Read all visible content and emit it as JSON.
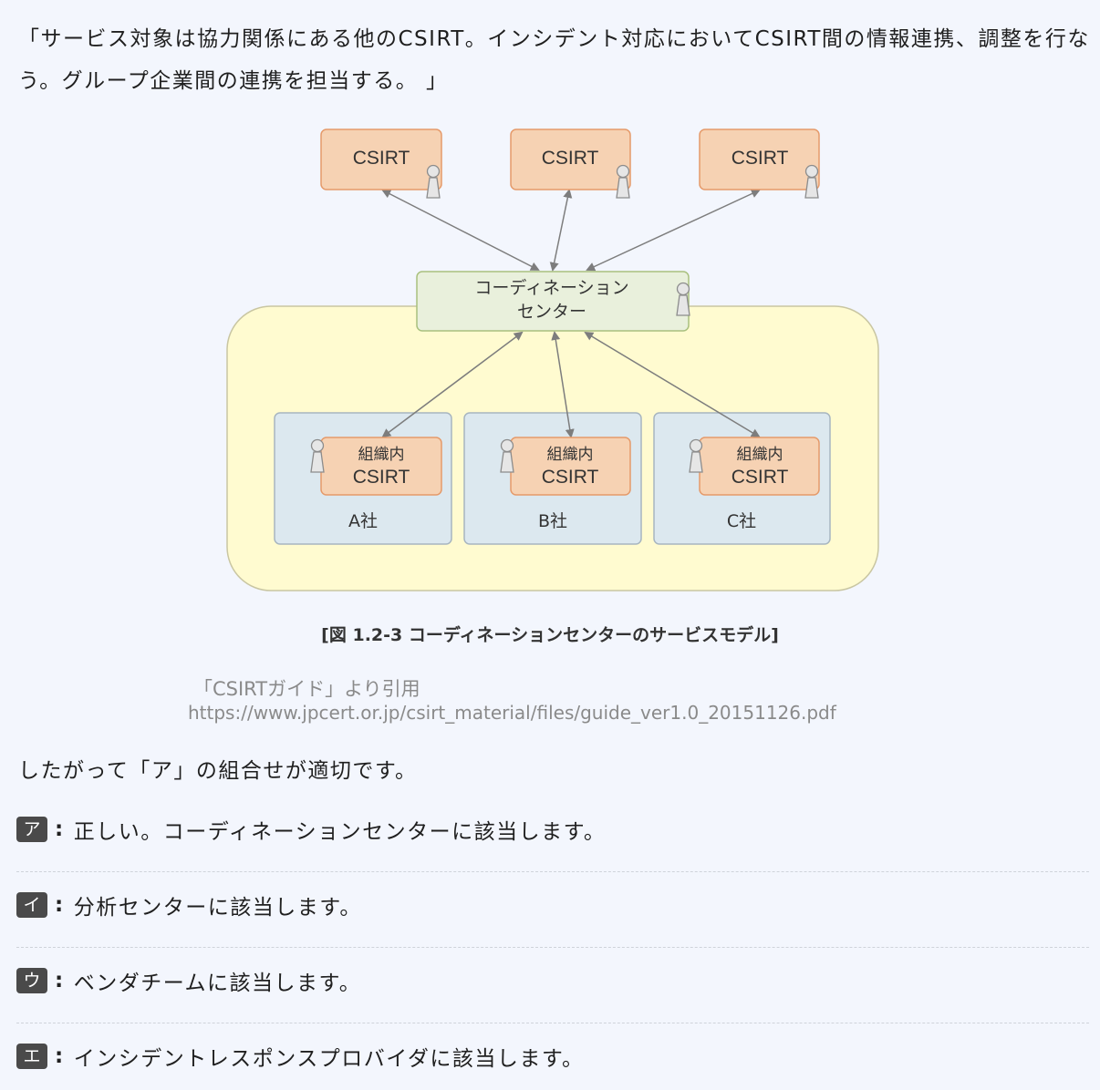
{
  "intro_text": "「サービス対象は協力関係にある他のCSIRT。インシデント対応においてCSIRT間の情報連携、調整を行なう。グループ企業間の連携を担当する。 」",
  "diagram": {
    "top_nodes": [
      "CSIRT",
      "CSIRT",
      "CSIRT"
    ],
    "center_node": [
      "コーディネーション",
      "センター"
    ],
    "companies": [
      {
        "csirt": [
          "組織内",
          "CSIRT"
        ],
        "name": "A社"
      },
      {
        "csirt": [
          "組織内",
          "CSIRT"
        ],
        "name": "B社"
      },
      {
        "csirt": [
          "組織内",
          "CSIRT"
        ],
        "name": "C社"
      }
    ],
    "colors": {
      "csirt_fill": "#f6d2b3",
      "csirt_stroke": "#e59a6a",
      "center_fill": "#e9f0dc",
      "center_stroke": "#a9c07e",
      "group_fill": "#fffbd0",
      "group_stroke": "#c9c6a2",
      "company_fill": "#dce8ef",
      "company_stroke": "#a7b5c0",
      "arrow": "#7d7d7d"
    },
    "caption": "[図 1.2-3 コーディネーションセンターのサービスモデル]",
    "source_line1": "「CSIRTガイド」より引用",
    "source_line2": "https://www.jpcert.or.jp/csirt_material/files/guide_ver1.0_20151126.pdf"
  },
  "conclusion": "したがって「ア」の組合せが適切です。",
  "choices": [
    {
      "badge": "ア",
      "colon": ":",
      "text": "正しい。コーディネーションセンターに該当します。"
    },
    {
      "badge": "イ",
      "colon": ":",
      "text": "分析センターに該当します。"
    },
    {
      "badge": "ウ",
      "colon": ":",
      "text": "ベンダチームに該当します。"
    },
    {
      "badge": "エ",
      "colon": ":",
      "text": "インシデントレスポンスプロバイダに該当します。"
    }
  ]
}
